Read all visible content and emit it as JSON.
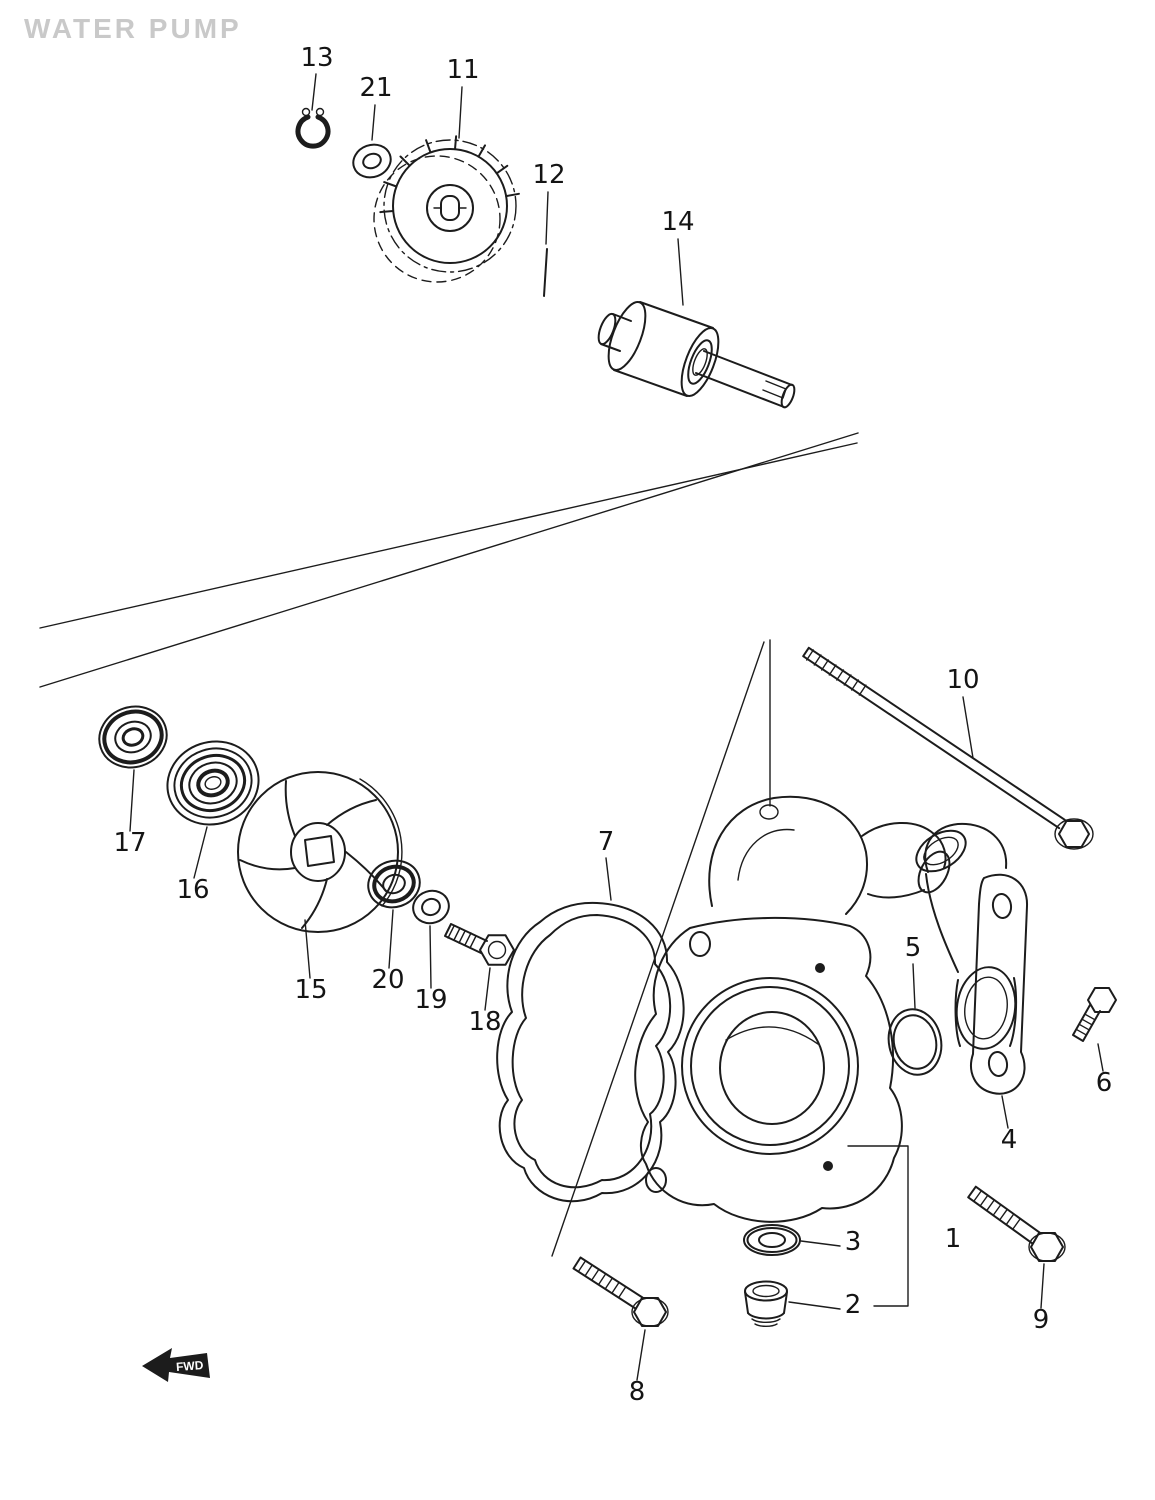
{
  "page": {
    "title": "WATER PUMP",
    "fwd_label": "FWD"
  },
  "callouts": [
    "1",
    "2",
    "3",
    "4",
    "5",
    "6",
    "7",
    "8",
    "9",
    "10",
    "11",
    "12",
    "13",
    "14",
    "15",
    "16",
    "17",
    "18",
    "19",
    "20",
    "21"
  ],
  "colors": {
    "line": "#1c1c1c",
    "title": "#c9c9c9",
    "background": "#ffffff"
  }
}
